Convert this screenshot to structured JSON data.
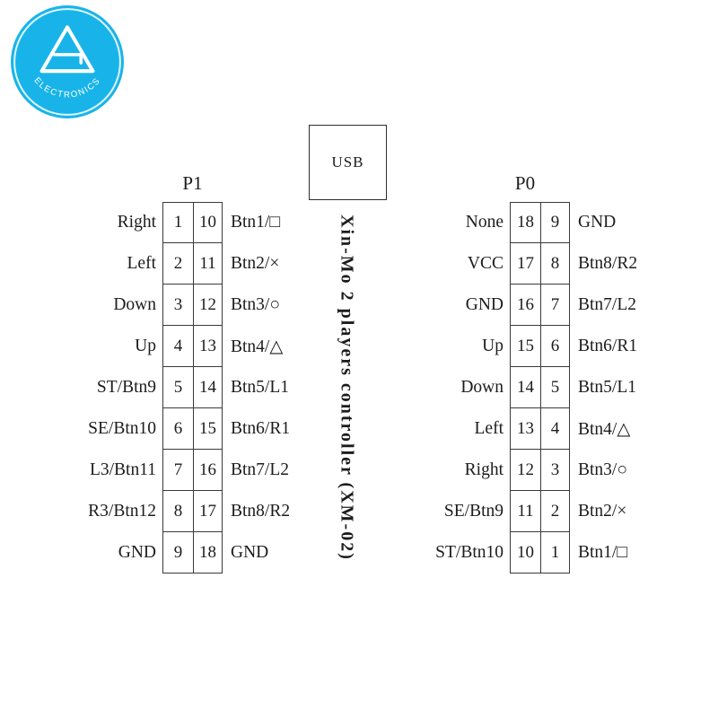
{
  "logo": {
    "text": "ELECTRONICS"
  },
  "usb": {
    "label": "USB"
  },
  "center": {
    "label": "Xin-Mo 2 players controller (XM-02)"
  },
  "p1": {
    "title": "P1",
    "rows": [
      {
        "left": "Right",
        "a": "1",
        "b": "10",
        "right": "Btn1/□"
      },
      {
        "left": "Left",
        "a": "2",
        "b": "11",
        "right": "Btn2/×"
      },
      {
        "left": "Down",
        "a": "3",
        "b": "12",
        "right": "Btn3/○"
      },
      {
        "left": "Up",
        "a": "4",
        "b": "13",
        "right": "Btn4/△"
      },
      {
        "left": "ST/Btn9",
        "a": "5",
        "b": "14",
        "right": "Btn5/L1"
      },
      {
        "left": "SE/Btn10",
        "a": "6",
        "b": "15",
        "right": "Btn6/R1"
      },
      {
        "left": "L3/Btn11",
        "a": "7",
        "b": "16",
        "right": "Btn7/L2"
      },
      {
        "left": "R3/Btn12",
        "a": "8",
        "b": "17",
        "right": "Btn8/R2"
      },
      {
        "left": "GND",
        "a": "9",
        "b": "18",
        "right": "GND"
      }
    ]
  },
  "p0": {
    "title": "P0",
    "rows": [
      {
        "left": "None",
        "a": "18",
        "b": "9",
        "right": "GND"
      },
      {
        "left": "VCC",
        "a": "17",
        "b": "8",
        "right": "Btn8/R2"
      },
      {
        "left": "GND",
        "a": "16",
        "b": "7",
        "right": "Btn7/L2"
      },
      {
        "left": "Up",
        "a": "15",
        "b": "6",
        "right": "Btn6/R1"
      },
      {
        "left": "Down",
        "a": "14",
        "b": "5",
        "right": "Btn5/L1"
      },
      {
        "left": "Left",
        "a": "13",
        "b": "4",
        "right": "Btn4/△"
      },
      {
        "left": "Right",
        "a": "12",
        "b": "3",
        "right": "Btn3/○"
      },
      {
        "left": "SE/Btn9",
        "a": "11",
        "b": "2",
        "right": "Btn2/×"
      },
      {
        "left": "ST/Btn10",
        "a": "10",
        "b": "1",
        "right": "Btn1/□"
      }
    ]
  },
  "colors": {
    "accent": "#18b4e9",
    "ink": "#1c1c1c",
    "line": "#3a3a3a"
  }
}
